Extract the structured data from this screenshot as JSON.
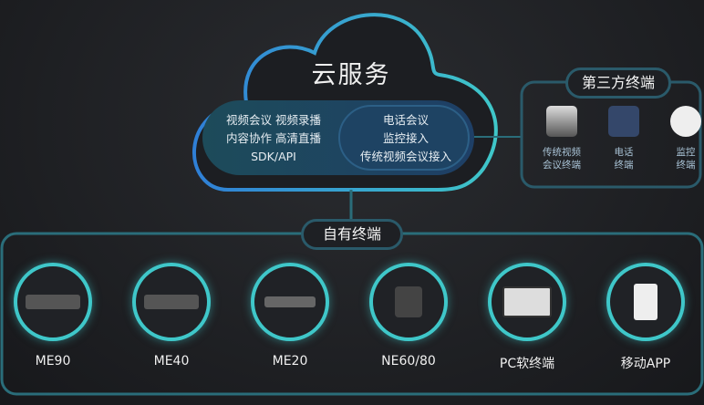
{
  "cloud": {
    "title": "云服务",
    "left_services": [
      "视频会议  视频录播",
      "内容协作  高清直播",
      "SDK/API"
    ],
    "right_services": [
      "电话会议",
      "监控接入",
      "传统视频会议接入"
    ]
  },
  "third_party": {
    "title": "第三方终端",
    "devices": [
      {
        "label": "传统视频\n会议终端",
        "icon": "legacy-video-terminal-icon"
      },
      {
        "label": "电话\n终端",
        "icon": "phone-icon"
      },
      {
        "label": "监控\n终端",
        "icon": "camera-icon"
      }
    ]
  },
  "own": {
    "title": "自有终端",
    "devices": [
      {
        "label": "ME90"
      },
      {
        "label": "ME40"
      },
      {
        "label": "ME20"
      },
      {
        "label": "NE60/80"
      },
      {
        "label": "PC软终端"
      },
      {
        "label": "移动APP"
      }
    ]
  },
  "colors": {
    "accent_blue": "#2f7fd6",
    "accent_teal": "#3fc7c9"
  }
}
